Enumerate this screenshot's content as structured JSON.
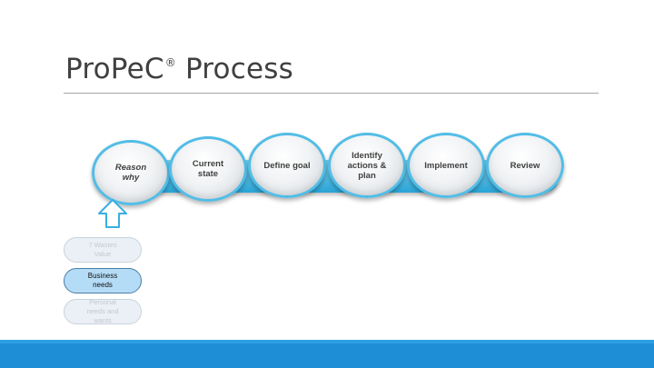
{
  "slide": {
    "title": "ProPeC",
    "title_mark": "®",
    "title_suffix": " Process"
  },
  "process_steps": [
    {
      "label": "Reason\nwhy"
    },
    {
      "label": "Current\nstate"
    },
    {
      "label": "Define goal"
    },
    {
      "label": "Identify\nactions &\nplan"
    },
    {
      "label": "Implement"
    },
    {
      "label": "Review"
    }
  ],
  "sub_options": [
    {
      "label": "7 Wastes\nValue",
      "state": "faded"
    },
    {
      "label": "Business\nneeds",
      "state": "active"
    },
    {
      "label": "Personal\nneeds and\nwants",
      "state": "faded"
    }
  ],
  "colors": {
    "accent": "#1e8fd6",
    "band": "#2aa3d5",
    "step_border": "#52bde6",
    "active_pill": "#b5dcf7",
    "text": "#404040"
  },
  "icons": {
    "arrow": "up-arrow-icon"
  }
}
